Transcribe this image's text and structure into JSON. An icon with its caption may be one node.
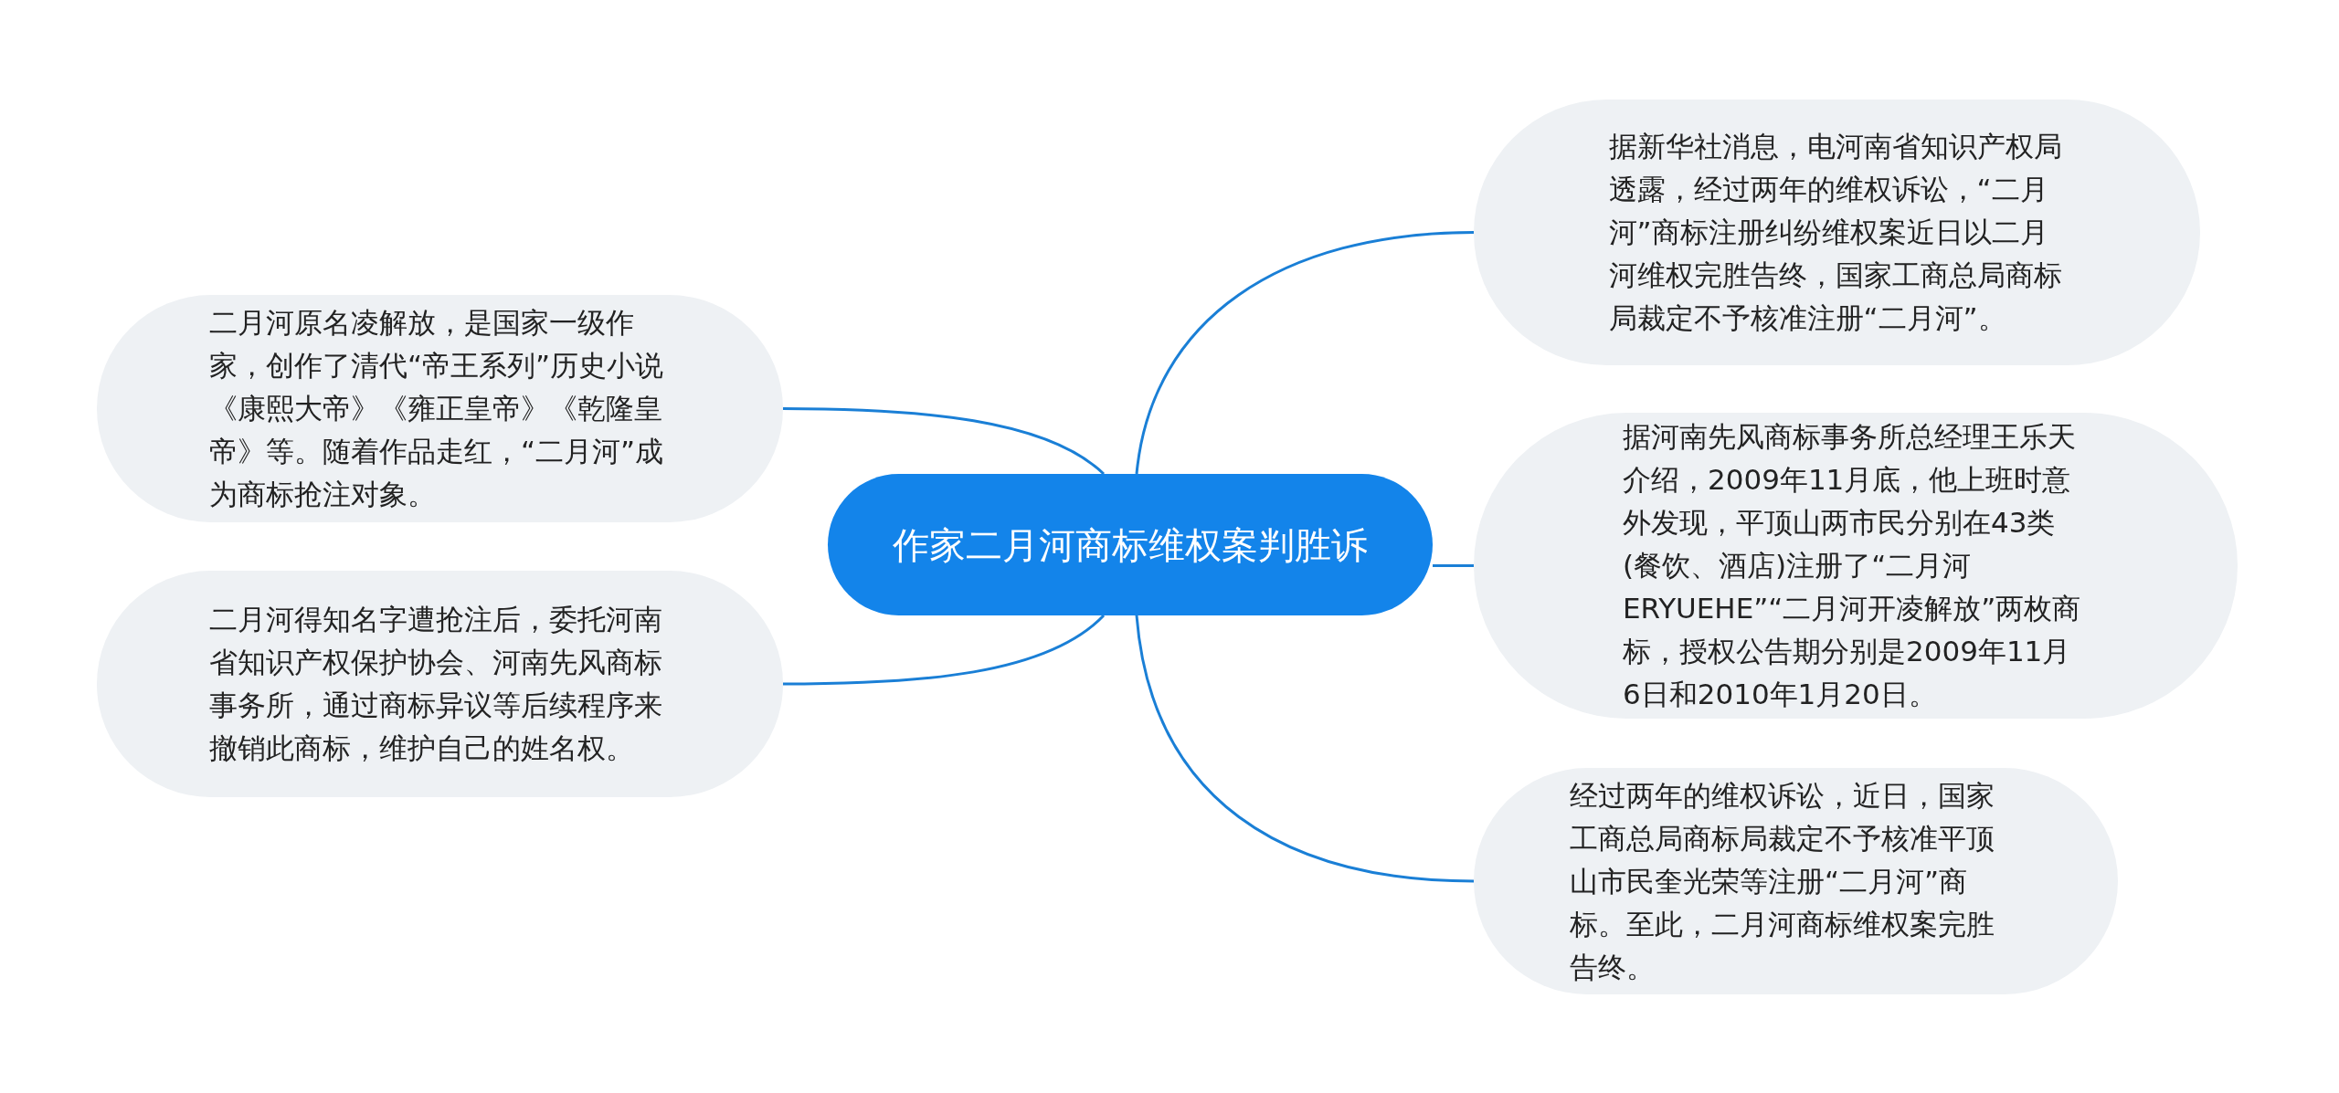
{
  "diagram": {
    "nodes": [
      {
        "text": [
          "作家二月河商标维权案判胜诉"
        ]
      },
      {
        "text": [
          "据新华社消息，电河南省知识产权局透露，经过两年的维权诉讼，“二月河”商标注册纠纷维权案近日以二月河维权完胜告终，国家工商总局商标局裁定不予核准注册“二月河”。"
        ]
      },
      {
        "text": [
          "据河南先风商标事务所总经理王乐天介绍，2009年11月底，他上班时意外发现，平顶山两市民分别在43类(餐饮、酒店)注册了“二月河ERYUEHE”“二月河开凌解放”两枚商标，授权公告期分别是2009年11月6日和2010年1月20日。"
        ]
      },
      {
        "text": [
          "经过两年的维权诉讼，近日，国家工商总局商标局裁定不予核准平顶山市民奎光荣等注册“二月河”商标。至此，二月河商标维权案完胜告终。"
        ]
      },
      {
        "text": [
          "二月河原名凌解放，是国家一级作家，创作了清代“帝王系列”历史小说《康熙大帝》《雍正皇帝》《乾隆皇帝》等。随着作品走红，“二月河”成为商标抢注对象。"
        ]
      },
      {
        "text": [
          "二月河得知名字遭抢注后，委托河南省知识产权保护协会、河南先风商标事务所，通过商标异议等后续程序来撤销此商标，维护自己的姓名权。"
        ]
      }
    ],
    "edges": [
      {
        "from": 0,
        "to": 1,
        "arrow": "none"
      },
      {
        "from": 0,
        "to": 2,
        "arrow": "none"
      },
      {
        "from": 0,
        "to": 3,
        "arrow": "none"
      },
      {
        "from": 0,
        "to": 4,
        "arrow": "none"
      },
      {
        "from": 0,
        "to": 5,
        "arrow": "none"
      }
    ]
  }
}
